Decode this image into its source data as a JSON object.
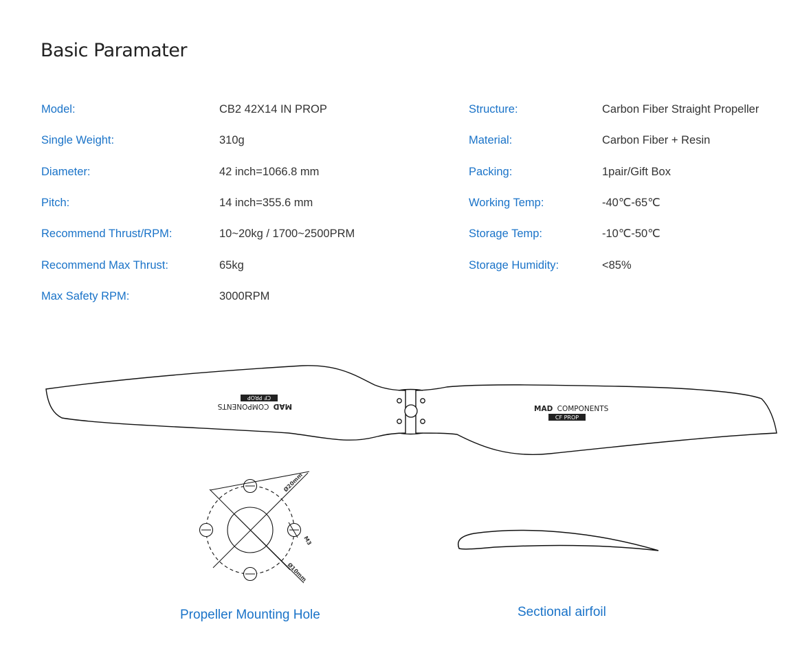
{
  "title": "Basic Paramater",
  "left_specs": [
    {
      "label": "Model:",
      "value": "CB2 42X14 IN PROP"
    },
    {
      "label": "Single Weight:",
      "value": "310g"
    },
    {
      "label": "Diameter:",
      "value": "42 inch=1066.8 mm"
    },
    {
      "label": "Pitch:",
      "value": "14 inch=355.6 mm"
    },
    {
      "label": "Recommend Thrust/RPM:",
      "value": "10~20kg / 1700~2500PRM"
    },
    {
      "label": "Recommend Max Thrust:",
      "value": "65kg"
    },
    {
      "label": "Max Safety RPM:",
      "value": "3000RPM"
    }
  ],
  "right_specs": [
    {
      "label": "Structure:",
      "value": "Carbon Fiber Straight Propeller"
    },
    {
      "label": "Material:",
      "value": "Carbon Fiber + Resin"
    },
    {
      "label": "Packing:",
      "value": "1pair/Gift Box"
    },
    {
      "label": "Working Temp:",
      "value": "-40℃-65℃"
    },
    {
      "label": "Storage Temp:",
      "value": "-10℃-50℃"
    },
    {
      "label": "Storage Humidity:",
      "value": "<85%"
    }
  ],
  "logo": {
    "brand_bold": "MAD",
    "brand_rest": "COMPONENTS",
    "badge": "CF PROP"
  },
  "mount_dims": {
    "outer": "Ø20mm",
    "screw": "M3",
    "inner": "Ø10mm"
  },
  "captions": {
    "mounting": "Propeller Mounting Hole",
    "airfoil": "Sectional airfoil"
  },
  "colors": {
    "label": "#1a73c8",
    "value": "#333333",
    "title": "#222222"
  }
}
